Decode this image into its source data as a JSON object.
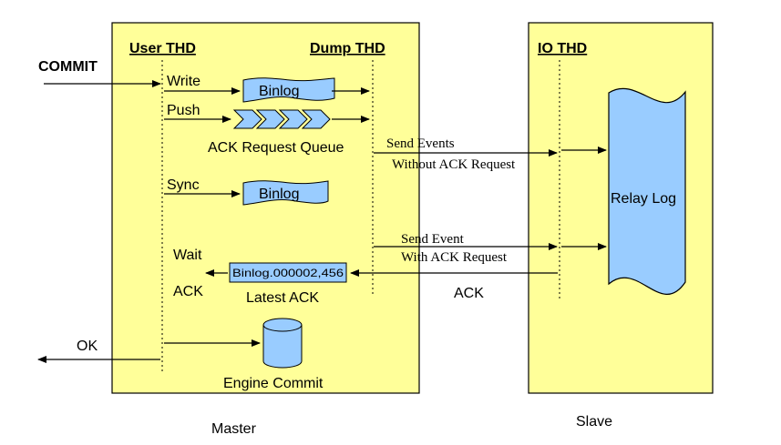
{
  "master": {
    "label": "Master",
    "user_thd": "User THD",
    "dump_thd": "Dump THD",
    "commit": "COMMIT",
    "write": "Write",
    "push": "Push",
    "sync": "Sync",
    "binlog_write": "Binlog",
    "binlog_sync": "Binlog",
    "ack_queue": "ACK Request Queue",
    "wait": "Wait",
    "ack_left": "ACK",
    "latest_ack_value": "Binlog.000002,456",
    "latest_ack_label": "Latest ACK",
    "engine_commit": "Engine Commit",
    "ok": "OK"
  },
  "slave": {
    "label": "Slave",
    "io_thd": "IO THD",
    "relay_log": "Relay Log"
  },
  "messages": {
    "send_events": "Send Events",
    "without_ack": "Without ACK Request",
    "send_event": "Send Event",
    "with_ack": "With ACK Request",
    "ack_return": "ACK"
  },
  "colors": {
    "box_fill": "#ffff99",
    "shape_fill": "#99ccff"
  }
}
